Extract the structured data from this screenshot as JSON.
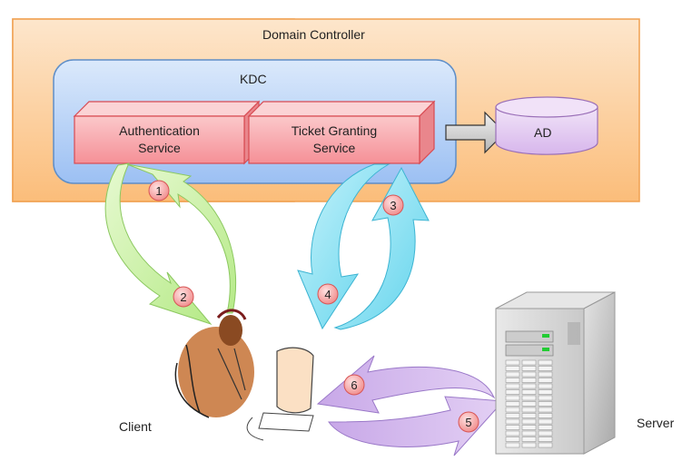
{
  "diagram": {
    "domain_controller": {
      "label": "Domain Controller",
      "fill": "#fdd9a8",
      "stroke": "#f0a050"
    },
    "kdc": {
      "label": "KDC",
      "fill": "#b9d4f7",
      "stroke": "#5e8ec8"
    },
    "services": [
      {
        "label_line1": "Authentication",
        "label_line2": "Service"
      },
      {
        "label_line1": "Ticket Granting",
        "label_line2": "Service"
      }
    ],
    "ad": {
      "label": "AD",
      "fill": "#e3cdf0",
      "stroke": "#9a6fb8"
    },
    "client": {
      "label": "Client"
    },
    "server": {
      "label": "Server"
    },
    "steps": [
      "1",
      "2",
      "3",
      "4",
      "5",
      "6"
    ],
    "colors": {
      "service_fill": "#f7a4a8",
      "service_stroke": "#d84a52",
      "green_arrow": "#c8f0a0",
      "cyan_arrow": "#88e0f0",
      "purple_arrow": "#cdb0ea",
      "badge_fill": "#f8a0a0"
    }
  }
}
